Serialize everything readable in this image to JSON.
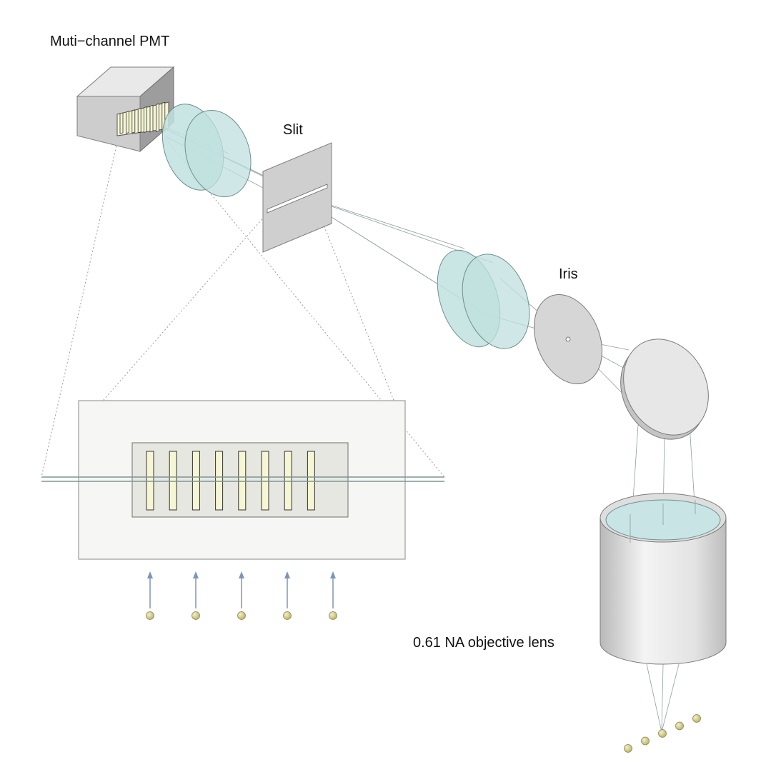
{
  "labels": {
    "pmt": "Muti−channel PMT",
    "slit": "Slit",
    "iris": "Iris",
    "objective": "0.61 NA objective lens"
  },
  "detector": {
    "channel_count": 8,
    "bead_count": 5
  },
  "sample": {
    "bead_count": 5
  },
  "colors": {
    "lens": "#bfe0df",
    "lens_stroke": "#6f8f8f",
    "metal": "#d2d2d2",
    "metal_dark": "#9c9c9c",
    "channel": "#f7f6d4",
    "bead": "#cfc98a",
    "arrow": "#7c95b8",
    "ray": "#8f9f9f",
    "liquid": "#c8e4e4"
  }
}
